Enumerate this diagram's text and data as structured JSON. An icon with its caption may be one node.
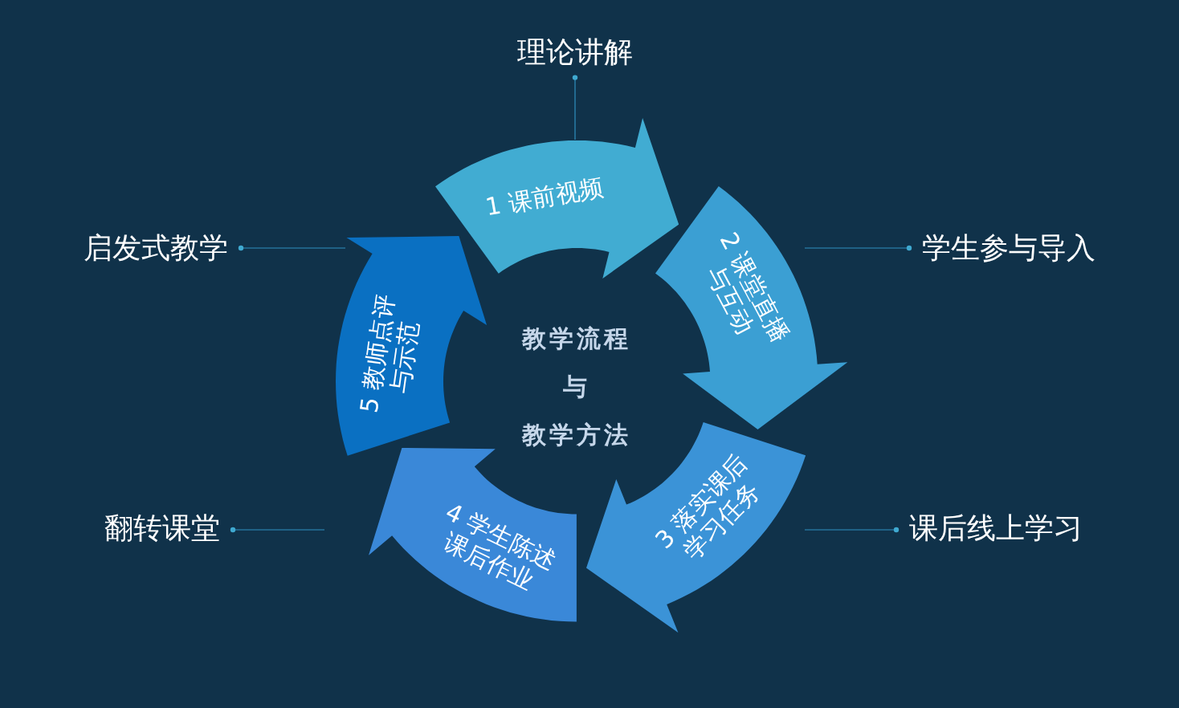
{
  "diagram": {
    "title": "教学流程与教学方法",
    "nodes": [
      {
        "text": [
          "1 课前视频"
        ]
      },
      {
        "text": [
          "2 课堂直播与互动"
        ]
      },
      {
        "text": [
          "3 落实课后学习任务"
        ]
      },
      {
        "text": [
          "4 学生陈述课后作业"
        ]
      },
      {
        "text": [
          "5 教师点评与示范"
        ]
      },
      {
        "text": [
          "理论讲解"
        ]
      },
      {
        "text": [
          "学生参与导入"
        ]
      },
      {
        "text": [
          "课后线上学习"
        ]
      },
      {
        "text": [
          "翻转课堂"
        ]
      },
      {
        "text": [
          "启发式教学"
        ]
      }
    ],
    "edges": [
      {
        "from": 5,
        "to": 0,
        "arrow": "other"
      },
      {
        "from": 6,
        "to": 1,
        "arrow": "other"
      },
      {
        "from": 7,
        "to": 2,
        "arrow": "other"
      },
      {
        "from": 8,
        "to": 3,
        "arrow": "other"
      },
      {
        "from": 9,
        "to": 4,
        "arrow": "other"
      }
    ]
  }
}
